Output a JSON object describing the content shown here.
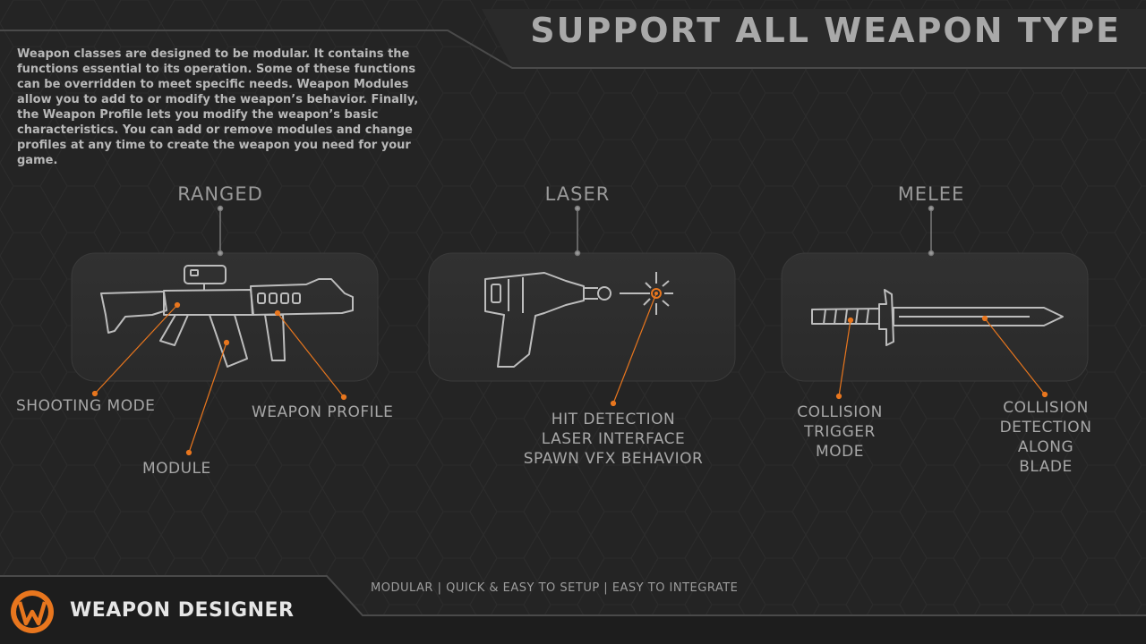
{
  "header": {
    "title": "SUPPORT ALL WEAPON TYPE"
  },
  "intro": {
    "text": "Weapon classes are designed to be modular. It contains the functions essential to its operation. Some of these functions can be overridden to meet specific needs. Weapon Modules allow you to add to or modify the weapon’s behavior. Finally, the Weapon Profile lets you modify the weapon’s basic characteristics. You can add or remove modules and change profiles at any time to create the weapon you need for your game."
  },
  "categories": {
    "ranged": {
      "title": "RANGED",
      "callouts": {
        "shooting_mode": "SHOOTING MODE",
        "module": "MODULE",
        "weapon_profile": "WEAPON PROFILE"
      }
    },
    "laser": {
      "title": "LASER",
      "callouts": [
        "HIT DETECTION",
        "LASER INTERFACE",
        "SPAWN VFX BEHAVIOR"
      ]
    },
    "melee": {
      "title": "MELEE",
      "callouts": {
        "trigger": [
          "COLLISION",
          "TRIGGER",
          "MODE"
        ],
        "blade": [
          "COLLISION",
          "DETECTION",
          "ALONG",
          "BLADE"
        ]
      }
    }
  },
  "footer": {
    "brand": "WEAPON DESIGNER",
    "logo_letter": "W",
    "tagline": "MODULAR | QUICK & EASY TO SETUP | EASY TO INTEGRATE"
  },
  "icons": {
    "ranged": "rifle-icon",
    "laser": "ray-gun-icon",
    "melee": "sword-icon",
    "brand": "weapon-designer-logo-icon"
  },
  "colors": {
    "background": "#242424",
    "accent": "#e8761e",
    "text": "#a9a9a9",
    "card": "#2d2d2d"
  }
}
